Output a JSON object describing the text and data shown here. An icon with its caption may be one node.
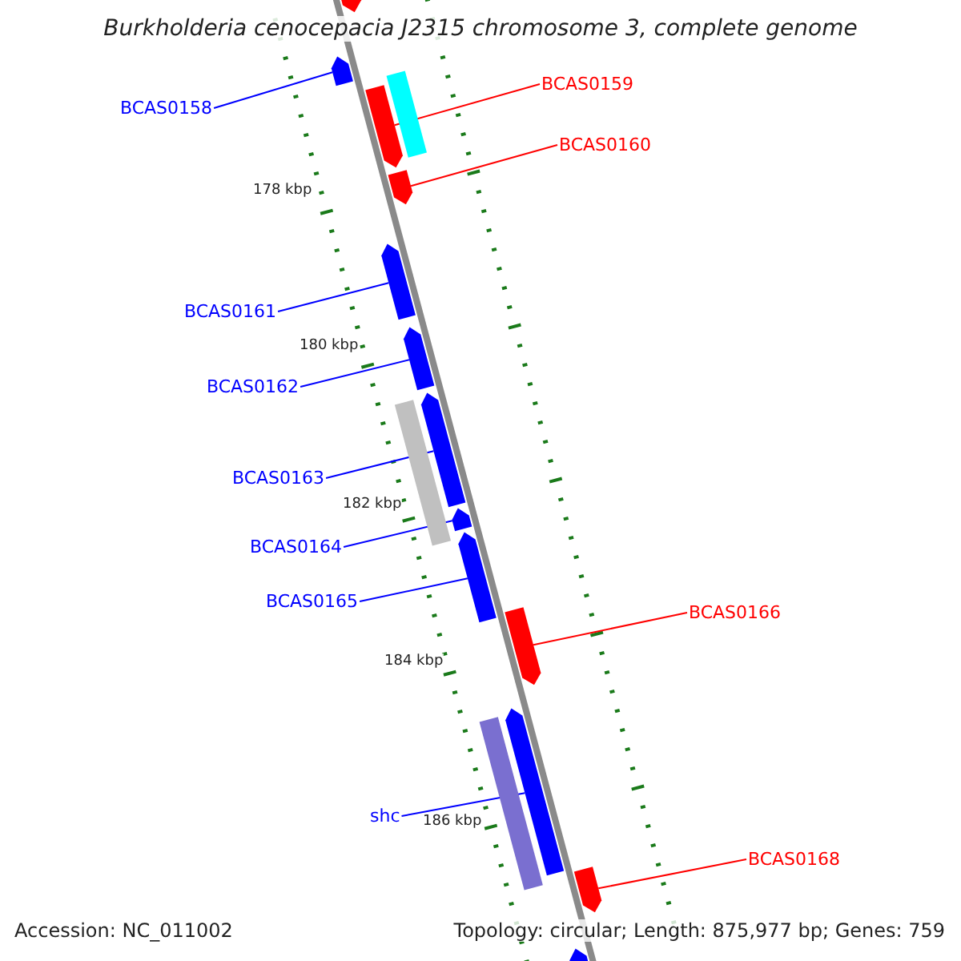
{
  "diagram": {
    "title": "Burkholderia cenocepacia J2315 chromosome 3, complete genome",
    "nodes": [
      {
        "text": [
          "BCAS0158"
        ]
      },
      {
        "text": [
          "BCAS0159"
        ]
      },
      {
        "text": [
          "BCAS0160"
        ]
      },
      {
        "text": [
          "BCAS0161"
        ]
      },
      {
        "text": [
          "BCAS0162"
        ]
      },
      {
        "text": [
          "BCAS0163"
        ]
      },
      {
        "text": [
          "BCAS0164"
        ]
      },
      {
        "text": [
          "BCAS0165"
        ]
      },
      {
        "text": [
          "BCAS0166"
        ]
      },
      {
        "text": [
          "shc"
        ]
      },
      {
        "text": [
          "BCAS0168"
        ]
      },
      {
        "text": [],
        "shape": "arrow"
      },
      {
        "text": [],
        "shape": "arrow"
      },
      {
        "text": [],
        "shape": "bar"
      },
      {
        "text": [],
        "shape": "arrow"
      },
      {
        "text": [],
        "shape": "arrow"
      },
      {
        "text": [],
        "shape": "arrow"
      },
      {
        "text": [],
        "shape": "arrow"
      },
      {
        "text": [],
        "shape": "arrow"
      },
      {
        "text": [],
        "shape": "bar"
      },
      {
        "text": [],
        "shape": "arrow"
      },
      {
        "text": [],
        "shape": "arrow"
      },
      {
        "text": [],
        "shape": "arrow"
      },
      {
        "text": [],
        "shape": "arrow"
      },
      {
        "text": [],
        "shape": "bar"
      },
      {
        "text": [],
        "shape": "arrow"
      },
      {
        "text": [],
        "shape": "arrow"
      }
    ],
    "edges": [
      {
        "from": 0,
        "to": 12,
        "arrow": "none"
      },
      {
        "from": 1,
        "to": 14,
        "arrow": "none",
        "color": "#ff0000"
      },
      {
        "from": 2,
        "to": 15,
        "arrow": "none",
        "color": "#ff0000"
      },
      {
        "from": 3,
        "to": 16,
        "arrow": "none"
      },
      {
        "from": 4,
        "to": 17,
        "arrow": "none"
      },
      {
        "from": 5,
        "to": 18,
        "arrow": "none"
      },
      {
        "from": 6,
        "to": 20,
        "arrow": "none"
      },
      {
        "from": 7,
        "to": 21,
        "arrow": "none"
      },
      {
        "from": 8,
        "to": 22,
        "arrow": "none",
        "color": "#ff0000"
      },
      {
        "from": 9,
        "to": 23,
        "arrow": "none"
      },
      {
        "from": 10,
        "to": 25,
        "arrow": "none",
        "color": "#ff0000"
      }
    ],
    "labels": [
      "178 kbp",
      "180 kbp",
      "182 kbp",
      "184 kbp",
      "186 kbp",
      "Accession: NC_011002",
      "Topology: circular; Length: 875,977 bp; Genes: 759"
    ]
  }
}
